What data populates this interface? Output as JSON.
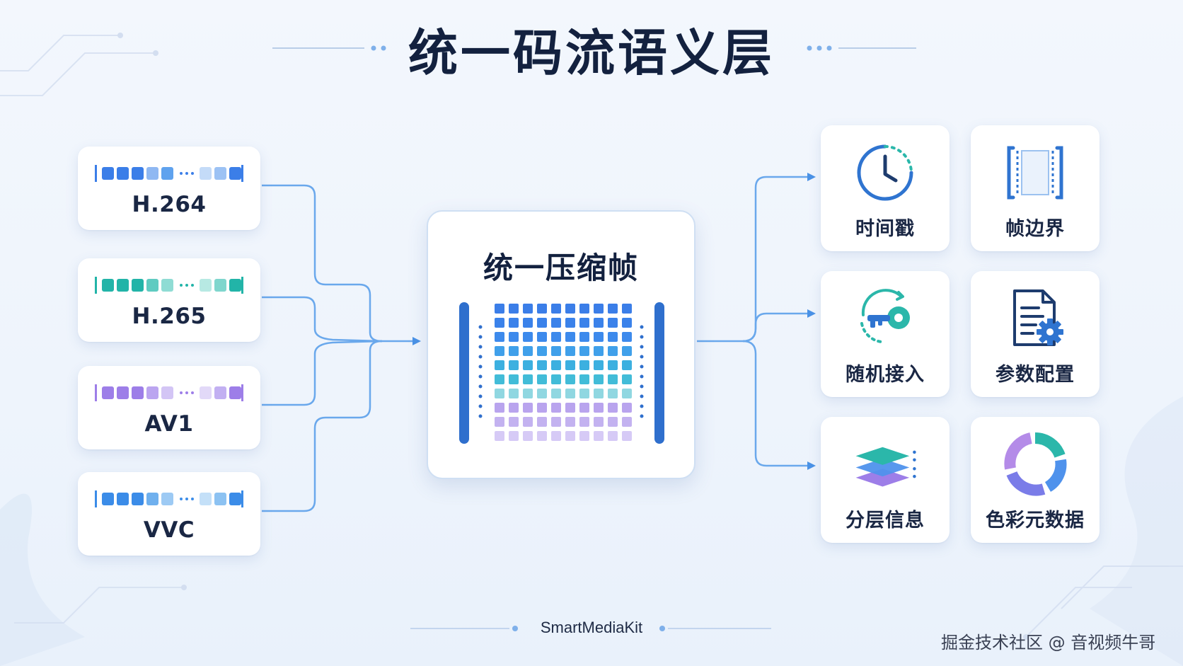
{
  "title": "统一码流语义层",
  "codecs": [
    "H.264",
    "H.265",
    "AV1",
    "VVC"
  ],
  "center": {
    "title": "统一压缩帧"
  },
  "features": [
    {
      "label": "时间戳",
      "icon": "clock-icon"
    },
    {
      "label": "帧边界",
      "icon": "frame-boundary-icon"
    },
    {
      "label": "随机接入",
      "icon": "key-icon"
    },
    {
      "label": "参数配置",
      "icon": "document-gear-icon"
    },
    {
      "label": "分层信息",
      "icon": "layers-icon"
    },
    {
      "label": "色彩元数据",
      "icon": "color-ring-icon"
    }
  ],
  "footer": "SmartMediaKit",
  "watermark": "掘金技术社区 @ 音视频牛哥",
  "colors": {
    "accent": "#3f8fe6",
    "h264": "#3b7ee8",
    "h265": "#22b4a8",
    "av1": "#9d7ee8",
    "vvc": "#3b8ce8",
    "title": "#13213f"
  }
}
